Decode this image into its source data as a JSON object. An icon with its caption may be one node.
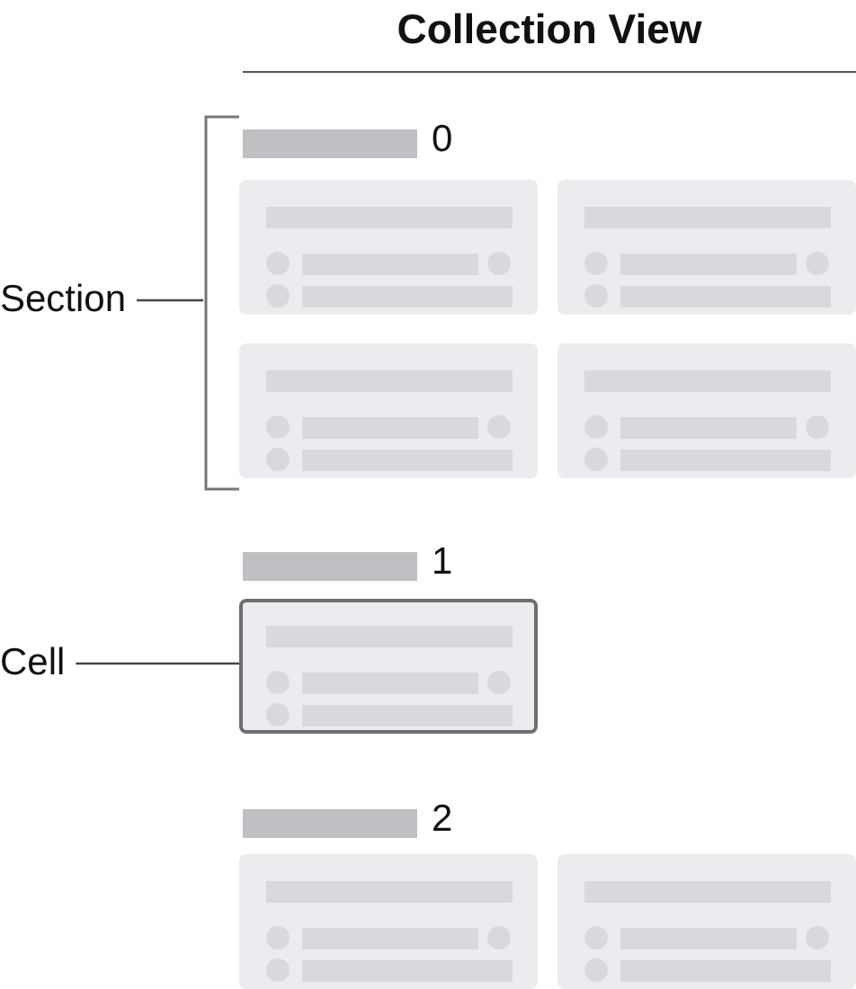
{
  "diagram": {
    "title": "Collection View",
    "nodes": [
      {
        "text": [
          "Section"
        ]
      },
      {
        "text": [],
        "shape": "bracket"
      },
      {
        "text": [],
        "shape": "box"
      },
      {
        "text": [],
        "shape": "box"
      },
      {
        "text": [],
        "shape": "box"
      },
      {
        "text": [],
        "shape": "box"
      },
      {
        "text": [
          "Cell"
        ]
      },
      {
        "text": [],
        "shape": "box"
      },
      {
        "text": [],
        "shape": "box"
      },
      {
        "text": [],
        "shape": "box"
      }
    ],
    "edges": [
      {
        "from": 0,
        "to": 1,
        "arrow": "none"
      },
      {
        "from": 6,
        "to": 7,
        "arrow": "none"
      }
    ],
    "labels": [
      "0",
      "1",
      "2"
    ]
  }
}
